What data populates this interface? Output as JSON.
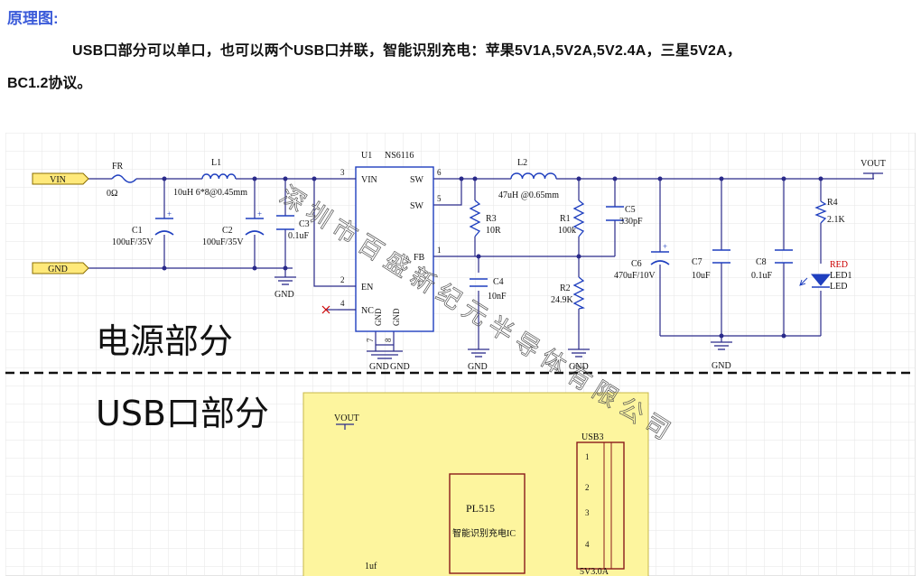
{
  "heading": "原理图:",
  "description_line1": "USB口部分可以单口，也可以两个USB口并联，智能识别充电：苹果5V1A,5V2A,5V2.4A，三星5V2A，",
  "description_line2": "BC1.2协议。",
  "schematic": {
    "power_section_title": "电源部分",
    "usb_section_title": "USB口部分",
    "watermark": "深圳市百盛新纪元半导体有限公司",
    "ports": {
      "vin": "VIN",
      "gnd": "GND",
      "vout": "VOUT",
      "vout_usb": "VOUT"
    },
    "ic": {
      "ref": "U1",
      "part": "NS6116",
      "pins": {
        "vin": "VIN",
        "sw1": "SW",
        "sw2": "SW",
        "fb": "FB",
        "en": "EN",
        "nc": "NC",
        "gnd1": "GND",
        "gnd2": "GND"
      },
      "pin_numbers": {
        "vin": "3",
        "sw1": "6",
        "sw2": "5",
        "fb": "1",
        "en": "2",
        "nc": "4",
        "gnd1": "7",
        "gnd2": "8"
      }
    },
    "components": {
      "fuse": {
        "ref": "FR",
        "value": "0Ω"
      },
      "l1": {
        "ref": "L1",
        "value": "10uH 6*8@0.45mm"
      },
      "l2": {
        "ref": "L2",
        "value": "47uH @0.65mm"
      },
      "c1": {
        "ref": "C1",
        "value": "100uF/35V"
      },
      "c2": {
        "ref": "C2",
        "value": "100uF/35V"
      },
      "c3": {
        "ref": "C3",
        "value": "0.1uF"
      },
      "c4": {
        "ref": "C4",
        "value": "10nF"
      },
      "c5": {
        "ref": "C5",
        "value": "330pF"
      },
      "c6": {
        "ref": "C6",
        "value": "470uF/10V"
      },
      "c7": {
        "ref": "C7",
        "value": "10uF"
      },
      "c8": {
        "ref": "C8",
        "value": "0.1uF"
      },
      "r1": {
        "ref": "R1",
        "value": "100k"
      },
      "r2": {
        "ref": "R2",
        "value": "24.9K"
      },
      "r3": {
        "ref": "R3",
        "value": "10R"
      },
      "r4": {
        "ref": "R4",
        "value": "2.1K"
      },
      "led": {
        "ref": "LED1",
        "value": "LED",
        "color": "RED"
      }
    },
    "gnd_labels": [
      "GND",
      "GND",
      "GND",
      "GND",
      "GND",
      "GND"
    ],
    "usb": {
      "ic_part": "PL515",
      "ic_desc": "智能识别充电IC",
      "connector_ref": "USB3",
      "connector_rating": "5V3.0A",
      "pins": [
        "1",
        "2",
        "3",
        "4"
      ],
      "cap_value": "1uf"
    },
    "colors": {
      "wire": "#2a2a8a",
      "component": "#1f3fbf",
      "label": "#111111",
      "ref_red": "#cc0000",
      "port_fill": "#ffe97a",
      "usb_fill": "#fdf59e",
      "grid": "#e5e5e5"
    }
  }
}
